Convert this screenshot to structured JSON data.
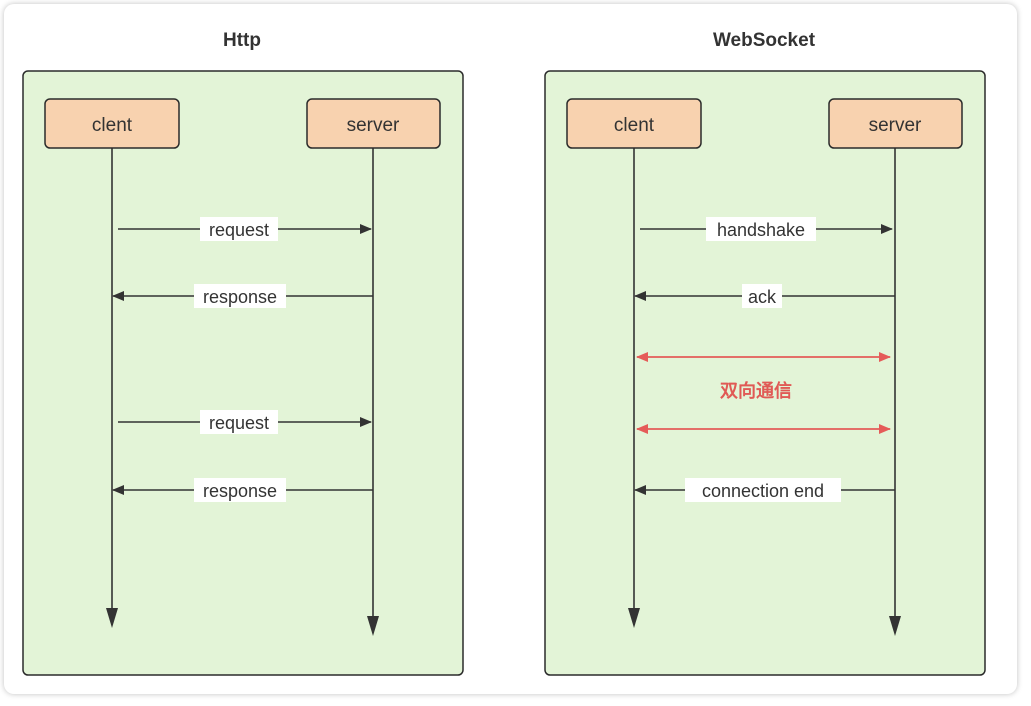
{
  "colors": {
    "panel_fill": "#e3f4d7",
    "panel_stroke": "#2b2b2b",
    "actor_fill": "#f8d2af",
    "line": "#333333",
    "highlight": "#e55b58"
  },
  "http": {
    "title": "Http",
    "client_label": "clent",
    "server_label": "server",
    "messages": [
      {
        "label": "request",
        "direction": "client-to-server"
      },
      {
        "label": "response",
        "direction": "server-to-client"
      },
      {
        "label": "request",
        "direction": "client-to-server"
      },
      {
        "label": "response",
        "direction": "server-to-client"
      }
    ]
  },
  "websocket": {
    "title": "WebSocket",
    "client_label": "clent",
    "server_label": "server",
    "handshake_label": "handshake",
    "ack_label": "ack",
    "bidirectional_label": "双向通信",
    "end_label": "connection end"
  }
}
